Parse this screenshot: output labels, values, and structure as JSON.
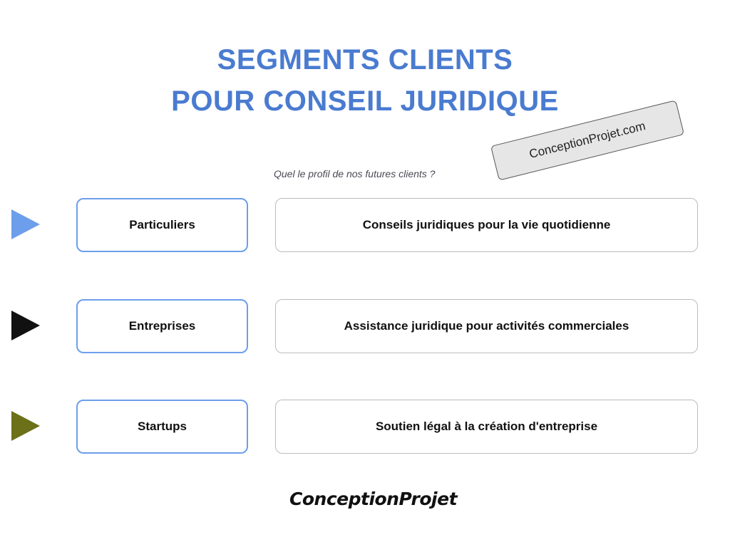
{
  "title": {
    "line1": "SEGMENTS CLIENTS",
    "line2": "POUR CONSEIL JURIDIQUE",
    "color": "#4a7bd0"
  },
  "subtitle": "Quel le profil de nos futures clients ?",
  "stamp": {
    "text": "ConceptionProjet.com"
  },
  "rows": [
    {
      "segment": "Particuliers",
      "description": "Conseils juridiques pour la vie quotidienne",
      "arrow_color": "#6d9eeb",
      "arrow_icon": "triangle-right-icon"
    },
    {
      "segment": "Entreprises",
      "description": "Assistance juridique pour activités commerciales",
      "arrow_color": "#111111",
      "arrow_icon": "triangle-right-icon"
    },
    {
      "segment": "Startups",
      "description": "Soutien légal à la création d'entreprise",
      "arrow_color": "#6b7019",
      "arrow_icon": "triangle-right-icon"
    }
  ],
  "logo": {
    "text": "ConceptionProjet",
    "icon": "hand-logo-icon"
  },
  "colors": {
    "segment_border": "#6d9eeb",
    "description_border": "#bcbcbc"
  }
}
